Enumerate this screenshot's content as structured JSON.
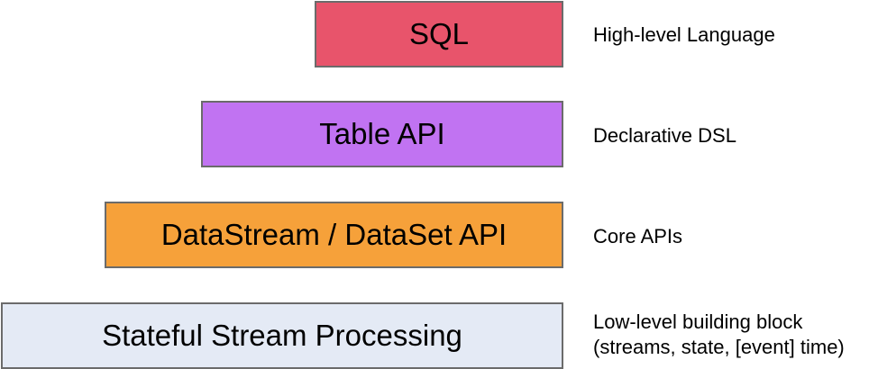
{
  "layers": [
    {
      "label": "SQL",
      "description": "High-level Language",
      "color": "#e8546b"
    },
    {
      "label": "Table API",
      "description": "Declarative DSL",
      "color": "#c173f2"
    },
    {
      "label": "DataStream / DataSet API",
      "description": "Core APIs",
      "color": "#f6a13a"
    },
    {
      "label": "Stateful Stream Processing",
      "description": "Low-level building block",
      "description_line2": "(streams, state, [event] time)",
      "color": "#e4eaf5"
    }
  ],
  "colors": {
    "border": "#6b6b6b",
    "text": "#000000"
  }
}
